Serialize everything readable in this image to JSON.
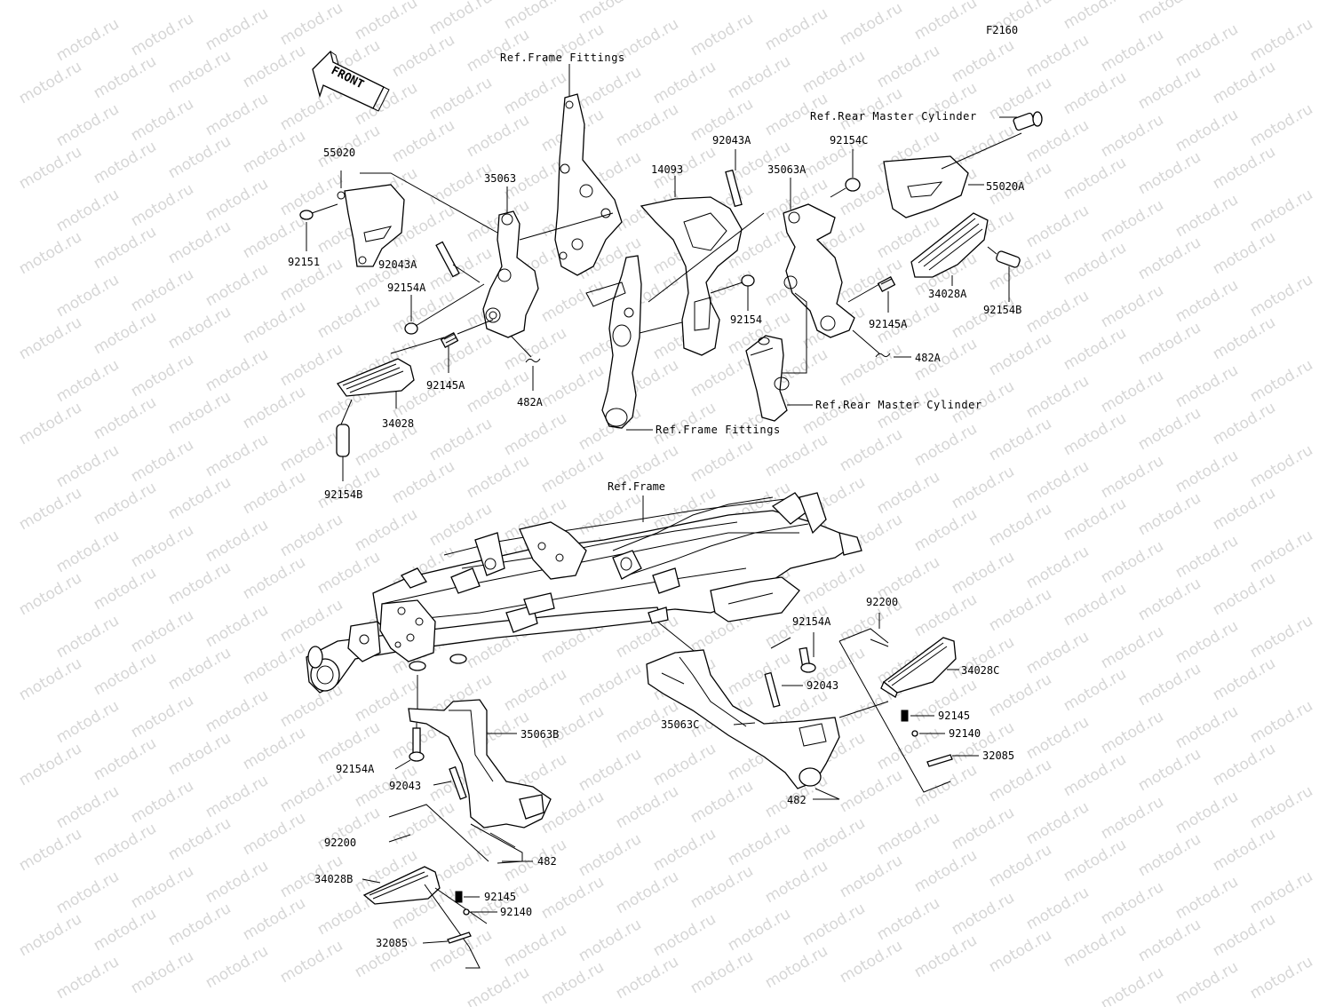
{
  "diagram": {
    "code": "F2160",
    "front_marker": "FRONT",
    "watermark": "motod.ru",
    "colors": {
      "line": "#000000",
      "watermark": "#d6d6d6",
      "background": "#ffffff"
    },
    "labels": [
      {
        "id": "lbl-f2160",
        "text": "F2160"
      },
      {
        "id": "lbl-ref-frame-fittings-top",
        "text": "Ref.Frame Fittings"
      },
      {
        "id": "lbl-ref-rear-master-cylinder-top",
        "text": "Ref.Rear Master Cylinder"
      },
      {
        "id": "lbl-55020",
        "text": "55020"
      },
      {
        "id": "lbl-92151",
        "text": "92151"
      },
      {
        "id": "lbl-35063",
        "text": "35063"
      },
      {
        "id": "lbl-92043a-left",
        "text": "92043A"
      },
      {
        "id": "lbl-92154a-upper",
        "text": "92154A"
      },
      {
        "id": "lbl-92145a-left",
        "text": "92145A"
      },
      {
        "id": "lbl-482a-left",
        "text": "482A"
      },
      {
        "id": "lbl-34028",
        "text": "34028"
      },
      {
        "id": "lbl-92154b-left",
        "text": "92154B"
      },
      {
        "id": "lbl-14093",
        "text": "14093"
      },
      {
        "id": "lbl-92043a-center",
        "text": "92043A"
      },
      {
        "id": "lbl-35063a",
        "text": "35063A"
      },
      {
        "id": "lbl-92154c",
        "text": "92154C"
      },
      {
        "id": "lbl-55020a",
        "text": "55020A"
      },
      {
        "id": "lbl-34028a",
        "text": "34028A"
      },
      {
        "id": "lbl-92154b-right",
        "text": "92154B"
      },
      {
        "id": "lbl-92154",
        "text": "92154"
      },
      {
        "id": "lbl-92145a-right",
        "text": "92145A"
      },
      {
        "id": "lbl-482a-right",
        "text": "482A"
      },
      {
        "id": "lbl-ref-rear-master-cylinder-bottom",
        "text": "Ref.Rear Master Cylinder"
      },
      {
        "id": "lbl-ref-frame-fittings-bottom",
        "text": "Ref.Frame Fittings"
      },
      {
        "id": "lbl-ref-frame",
        "text": "Ref.Frame"
      },
      {
        "id": "lbl-92200-right",
        "text": "92200"
      },
      {
        "id": "lbl-92154a-right",
        "text": "92154A"
      },
      {
        "id": "lbl-34028c",
        "text": "34028C"
      },
      {
        "id": "lbl-92043-right",
        "text": "92043"
      },
      {
        "id": "lbl-35063c",
        "text": "35063C"
      },
      {
        "id": "lbl-92145-right",
        "text": "92145"
      },
      {
        "id": "lbl-92140-right",
        "text": "92140"
      },
      {
        "id": "lbl-32085-right",
        "text": "32085"
      },
      {
        "id": "lbl-482-right",
        "text": "482"
      },
      {
        "id": "lbl-35063b",
        "text": "35063B"
      },
      {
        "id": "lbl-92154a-lower",
        "text": "92154A"
      },
      {
        "id": "lbl-92043-left",
        "text": "92043"
      },
      {
        "id": "lbl-92200-left",
        "text": "92200"
      },
      {
        "id": "lbl-482-left",
        "text": "482"
      },
      {
        "id": "lbl-34028b",
        "text": "34028B"
      },
      {
        "id": "lbl-92145-left",
        "text": "92145"
      },
      {
        "id": "lbl-92140-left",
        "text": "92140"
      },
      {
        "id": "lbl-32085-left",
        "text": "32085"
      }
    ]
  }
}
